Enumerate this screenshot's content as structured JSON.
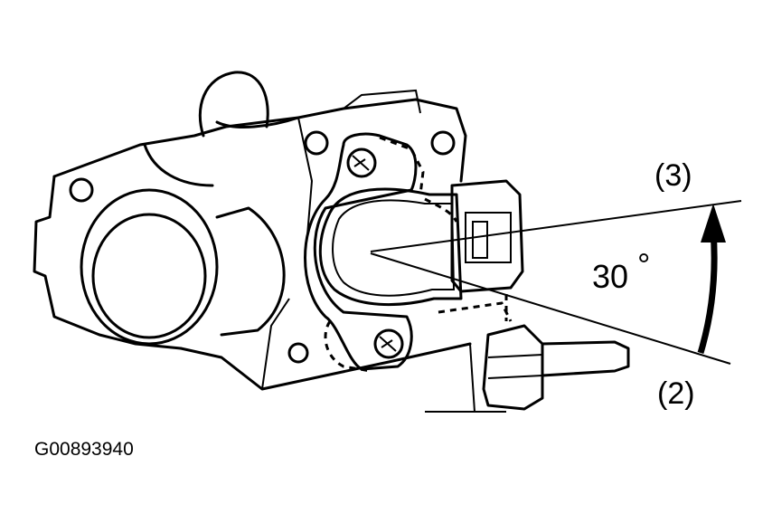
{
  "labels": {
    "callout_3": "(3)",
    "callout_2": "(2)",
    "angle": "30",
    "degree_symbol": "°",
    "figure_id": "G00893940"
  }
}
